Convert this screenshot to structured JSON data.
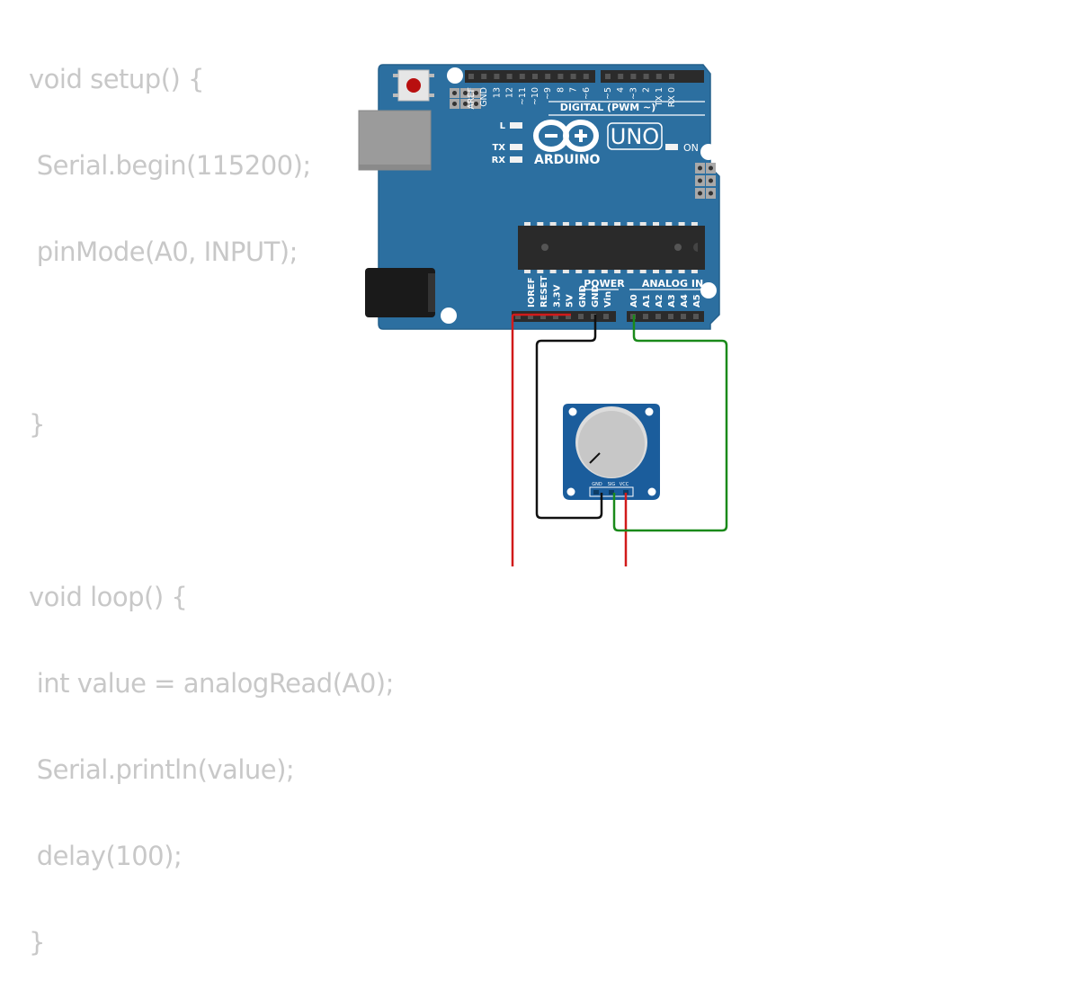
{
  "code": {
    "lines": [
      "void setup() {",
      " Serial.begin(115200);",
      " pinMode(A0, INPUT);",
      "",
      "}",
      "",
      "void loop() {",
      " int value = analogRead(A0);",
      " Serial.println(value);",
      " delay(100);",
      "}"
    ]
  },
  "board": {
    "model": "UNO",
    "brand": "ARDUINO",
    "digital_label": "DIGITAL (PWM ~)",
    "power_label": "POWER",
    "analog_label": "ANALOG IN",
    "on_label": "ON",
    "led_labels": [
      "L",
      "TX",
      "RX"
    ],
    "digital_pins": [
      "AREF",
      "GND",
      "13",
      "12",
      "~11",
      "~10",
      "~9",
      "8",
      "7",
      "~6",
      "~5",
      "4",
      "~3",
      "2",
      "TX 1",
      "RX 0"
    ],
    "power_pins": [
      "IOREF",
      "RESET",
      "3.3V",
      "5V",
      "GND",
      "GND",
      "Vin"
    ],
    "analog_pins": [
      "A0",
      "A1",
      "A2",
      "A3",
      "A4",
      "A5"
    ],
    "color": "#2c6fa0"
  },
  "potentiometer": {
    "pins": [
      "GND",
      "SIG",
      "VCC"
    ],
    "color": "#1b5d9c"
  },
  "wires": {
    "vcc_color": "#d11a1a",
    "gnd_color": "#111111",
    "signal_color": "#1a8a1a"
  }
}
